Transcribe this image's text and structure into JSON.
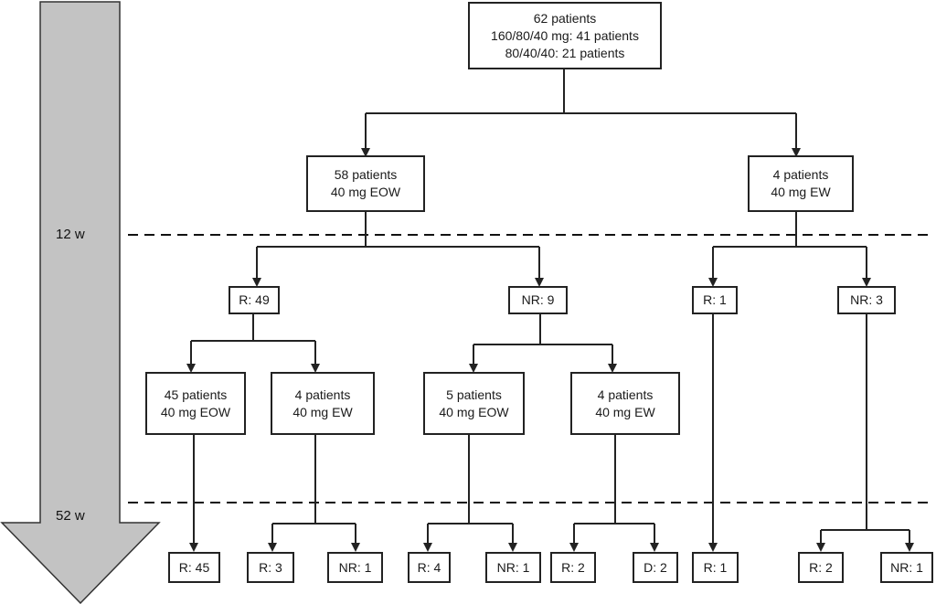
{
  "timeline": {
    "label_12": "12 w",
    "label_52": "52 w"
  },
  "top": {
    "line1": "62 patients",
    "line2": "160/80/40 mg: 41 patients",
    "line3": "80/40/40: 21 patients"
  },
  "arm_eow": {
    "line1": "58 patients",
    "line2": "40 mg EOW"
  },
  "arm_ew": {
    "line1": "4 patients",
    "line2": "40 mg EW"
  },
  "week12": {
    "eow_responders": "R: 49",
    "eow_nonresponders": "NR: 9",
    "ew_responders": "R: 1",
    "ew_nonresponders": "NR: 3"
  },
  "followup": {
    "r49_eow": {
      "line1": "45 patients",
      "line2": "40 mg EOW"
    },
    "r49_ew": {
      "line1": "4 patients",
      "line2": "40 mg EW"
    },
    "nr9_eow": {
      "line1": "5 patients",
      "line2": "40 mg EOW"
    },
    "nr9_ew": {
      "line1": "4 patients",
      "line2": "40 mg EW"
    }
  },
  "week52": {
    "o1": "R: 45",
    "o2": "R: 3",
    "o3": "NR: 1",
    "o4": "R: 4",
    "o5": "NR: 1",
    "o6": "R: 2",
    "o7": "D: 2",
    "o8": "R: 1",
    "o9": "R: 2",
    "o10": "NR: 1"
  }
}
